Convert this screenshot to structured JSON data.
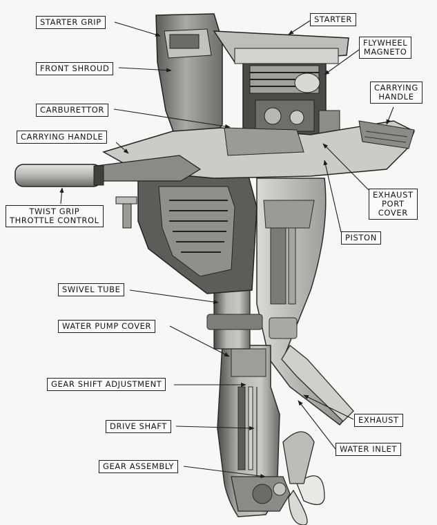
{
  "labels": {
    "starter_grip": "STARTER GRIP",
    "starter": "STARTER",
    "flywheel_magneto": [
      "FLYWHEEL",
      "MAGNETO"
    ],
    "front_shroud": "FRONT SHROUD",
    "carrying_handle_right": [
      "CARRYING",
      "HANDLE"
    ],
    "carburettor": "CARBURETTOR",
    "carrying_handle_left": "CARRYING HANDLE",
    "exhaust_port_cover": [
      "EXHAUST",
      "PORT",
      "COVER"
    ],
    "twist_grip_throttle_control": [
      "TWIST GRIP",
      "THROTTLE CONTROL"
    ],
    "piston": "PISTON",
    "swivel_tube": "SWIVEL TUBE",
    "water_pump_cover": "WATER PUMP COVER",
    "gear_shift_adjustment": "GEAR SHIFT ADJUSTMENT",
    "exhaust": "EXHAUST",
    "drive_shaft": "DRIVE SHAFT",
    "water_inlet": "WATER INLET",
    "gear_assembly": "GEAR ASSEMBLY"
  },
  "colors": {
    "background": "#f7f7f5",
    "metal_light": "#c9c9c6",
    "metal_mid": "#8f8f8c",
    "metal_dark": "#3e3e3c",
    "leader_line": "#1c1c1c"
  }
}
